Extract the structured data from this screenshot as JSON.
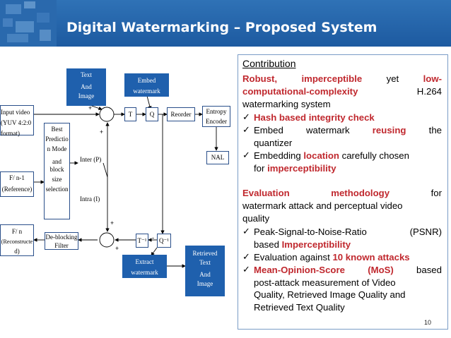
{
  "slide": {
    "title": "Digital Watermarking – Proposed System",
    "page_number": "10"
  },
  "diagram": {
    "text_and_image": [
      "Text",
      "And",
      "Image"
    ],
    "embed_watermark": [
      "Embed",
      "watermark"
    ],
    "input_video": [
      "Input video",
      "(YUV 4:2:0",
      "format)"
    ],
    "best_prediction": [
      "Best",
      "Predictio",
      "n Mode",
      "and block",
      "size",
      "selection"
    ],
    "T": "T",
    "Q": "Q",
    "reorder": "Reorder",
    "entropy_encoder": [
      "Entropy",
      "Encoder"
    ],
    "nal": "NAL",
    "fn1": [
      "F/ n-1",
      "(Reference)"
    ],
    "inter": "Inter (P)",
    "intra": "Intra (I)",
    "fn": [
      "F/ n",
      "(Reconstructe",
      "d)"
    ],
    "deblocking": [
      "De-blocking",
      "Filter"
    ],
    "tinv": "T⁻¹",
    "qinv": "Q⁻¹",
    "extract_watermark": [
      "Extract",
      "watermark"
    ],
    "retrieved": [
      "Retrieved",
      "Text",
      "And",
      "Image"
    ],
    "signs": {
      "plus": "+",
      "minus": "-"
    }
  },
  "panel": {
    "contribution_heading": "Contribution",
    "c_line1_parts": [
      "Robust,",
      "imperceptible",
      "yet",
      "low-"
    ],
    "c_line2_parts": [
      "computational-complexity",
      "H.264"
    ],
    "c_line3": "watermarking system",
    "checks": [
      {
        "lines": [
          "Hash based integrity check"
        ]
      },
      {
        "lines": [
          "Embed watermark reusing the",
          "quantizer"
        ]
      },
      {
        "lines": [
          "Embedding location carefully chosen",
          "for imperceptibility"
        ]
      }
    ],
    "evaluation_heading_parts": [
      "Evaluation",
      "methodology",
      "for"
    ],
    "e_line2": "watermark attack and perceptual video",
    "e_line3": "quality",
    "eval_checks": [
      {
        "lines": [
          "Peak-Signal-to-Noise-Ratio (PSNR)",
          "based Imperceptibility"
        ]
      },
      {
        "lines": [
          "Evaluation against 10 known attacks"
        ]
      },
      {
        "lines": [
          "Mean-Opinion-Score (MoS) based",
          "post-attack measurement of Video",
          "Quality, Retrieved Image Quality and",
          "Retrieved Text Quality"
        ]
      }
    ],
    "check_mark": "✓"
  }
}
